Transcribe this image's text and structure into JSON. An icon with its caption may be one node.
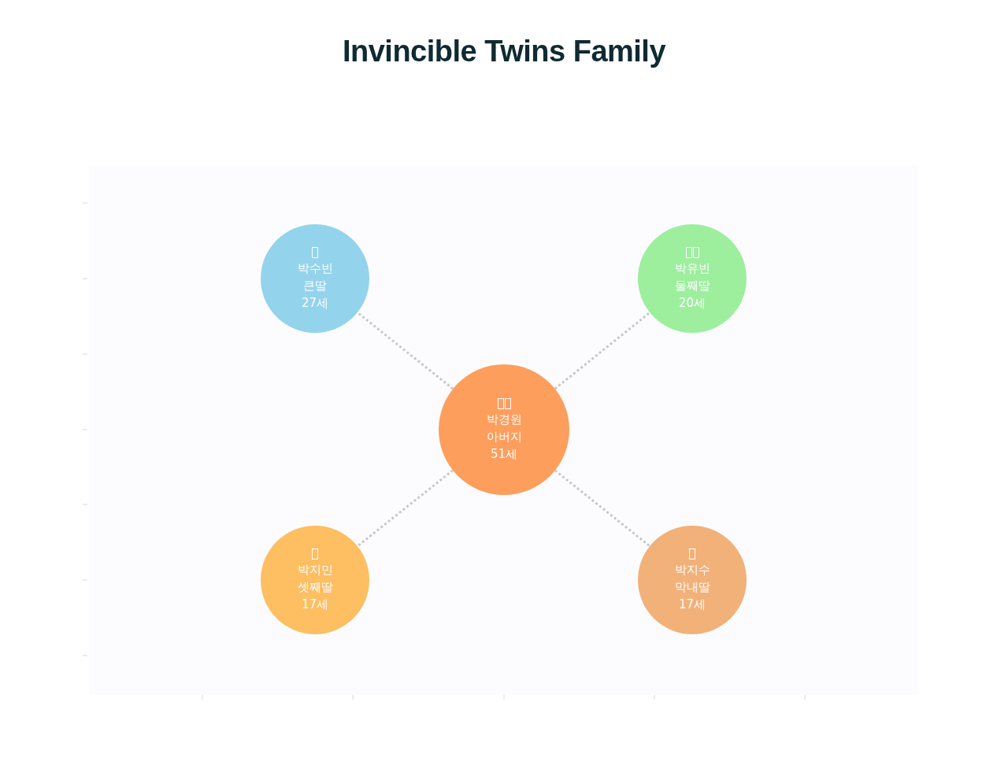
{
  "diagram": {
    "title": "Invincible Twins Family",
    "nodes": [
      {
        "text": [
          "박수빈",
          "큰딸",
          "27세"
        ]
      },
      {
        "text": [
          "박유빈",
          "둘째딸",
          "20세"
        ]
      },
      {
        "text": [
          "박경원",
          "아버지",
          "51세"
        ]
      },
      {
        "text": [
          "박지민",
          "셋째딸",
          "17세"
        ]
      },
      {
        "text": [
          "박지수",
          "막내딸",
          "17세"
        ]
      }
    ],
    "edges": [
      {
        "from": 2,
        "to": 0,
        "arrow": "none",
        "style": "dashed"
      },
      {
        "from": 2,
        "to": 1,
        "arrow": "none",
        "style": "dashed"
      },
      {
        "from": 2,
        "to": 3,
        "arrow": "none",
        "style": "dashed"
      },
      {
        "from": 2,
        "to": 4,
        "arrow": "none",
        "style": "dashed"
      }
    ]
  }
}
